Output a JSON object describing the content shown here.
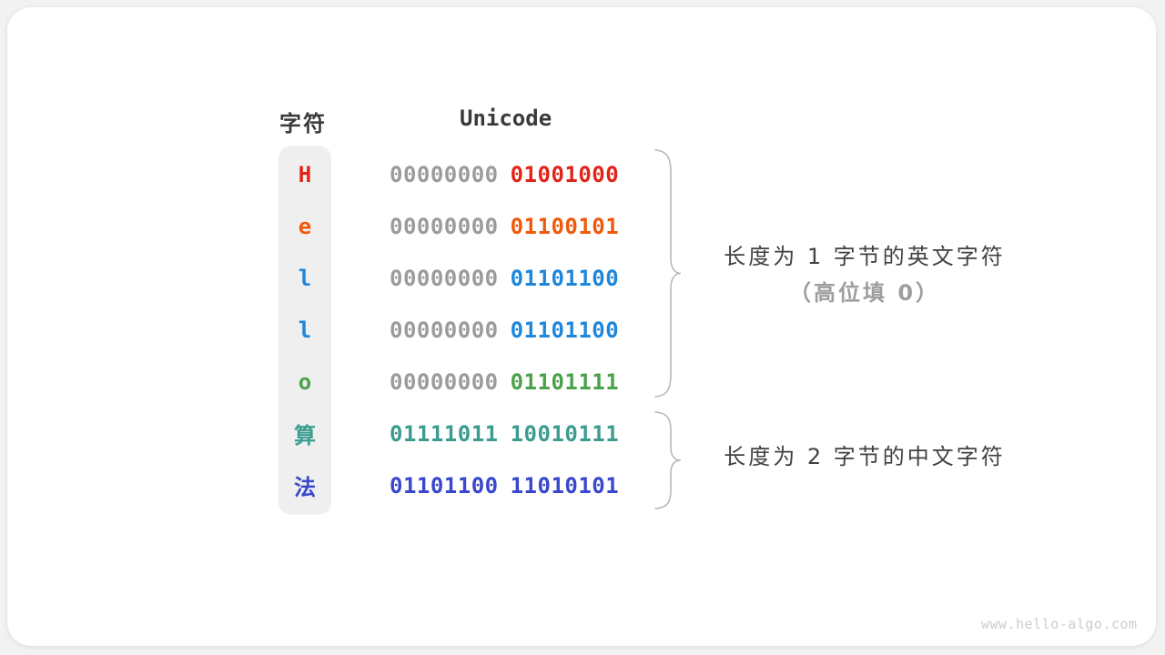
{
  "table": {
    "header_char": "字符",
    "header_unicode": "Unicode",
    "rows": [
      {
        "char": "H",
        "color": "#e02418",
        "octet1": "00000000",
        "octet1_color": "#9b9b9b",
        "octet2": "01001000",
        "octet2_color": "#e02418"
      },
      {
        "char": "e",
        "color": "#f0590c",
        "octet1": "00000000",
        "octet1_color": "#9b9b9b",
        "octet2": "01100101",
        "octet2_color": "#f0590c"
      },
      {
        "char": "l",
        "color": "#1e86db",
        "octet1": "00000000",
        "octet1_color": "#9b9b9b",
        "octet2": "01101100",
        "octet2_color": "#1e86db"
      },
      {
        "char": "l",
        "color": "#1e86db",
        "octet1": "00000000",
        "octet1_color": "#9b9b9b",
        "octet2": "01101100",
        "octet2_color": "#1e86db"
      },
      {
        "char": "o",
        "color": "#4aa14a",
        "octet1": "00000000",
        "octet1_color": "#9b9b9b",
        "octet2": "01101111",
        "octet2_color": "#4aa14a"
      },
      {
        "char": "算",
        "color": "#3b9c8f",
        "octet1": "01111011",
        "octet1_color": "#3b9c8f",
        "octet2": "10010111",
        "octet2_color": "#3b9c8f"
      },
      {
        "char": "法",
        "color": "#3847cb",
        "octet1": "01101100",
        "octet1_color": "#3847cb",
        "octet2": "11010101",
        "octet2_color": "#3847cb"
      }
    ]
  },
  "annotations": {
    "group1": {
      "line1": "长度为 1 字节的英文字符",
      "line2": "（高位填 0）"
    },
    "group2": {
      "line1": "长度为 2 字节的中文字符"
    }
  },
  "watermark": "www.hello-algo.com",
  "palette": {
    "page_bg": "#f2f2f2",
    "card_bg": "#ffffff",
    "column_bg": "#efefef",
    "header_text": "#3a3a3a",
    "gray_bits": "#9b9b9b",
    "brace": "#b8b8b8",
    "annotation_text": "#414141",
    "annotation_sub_text": "#9e9e9e",
    "watermark_text": "#cccccc"
  }
}
